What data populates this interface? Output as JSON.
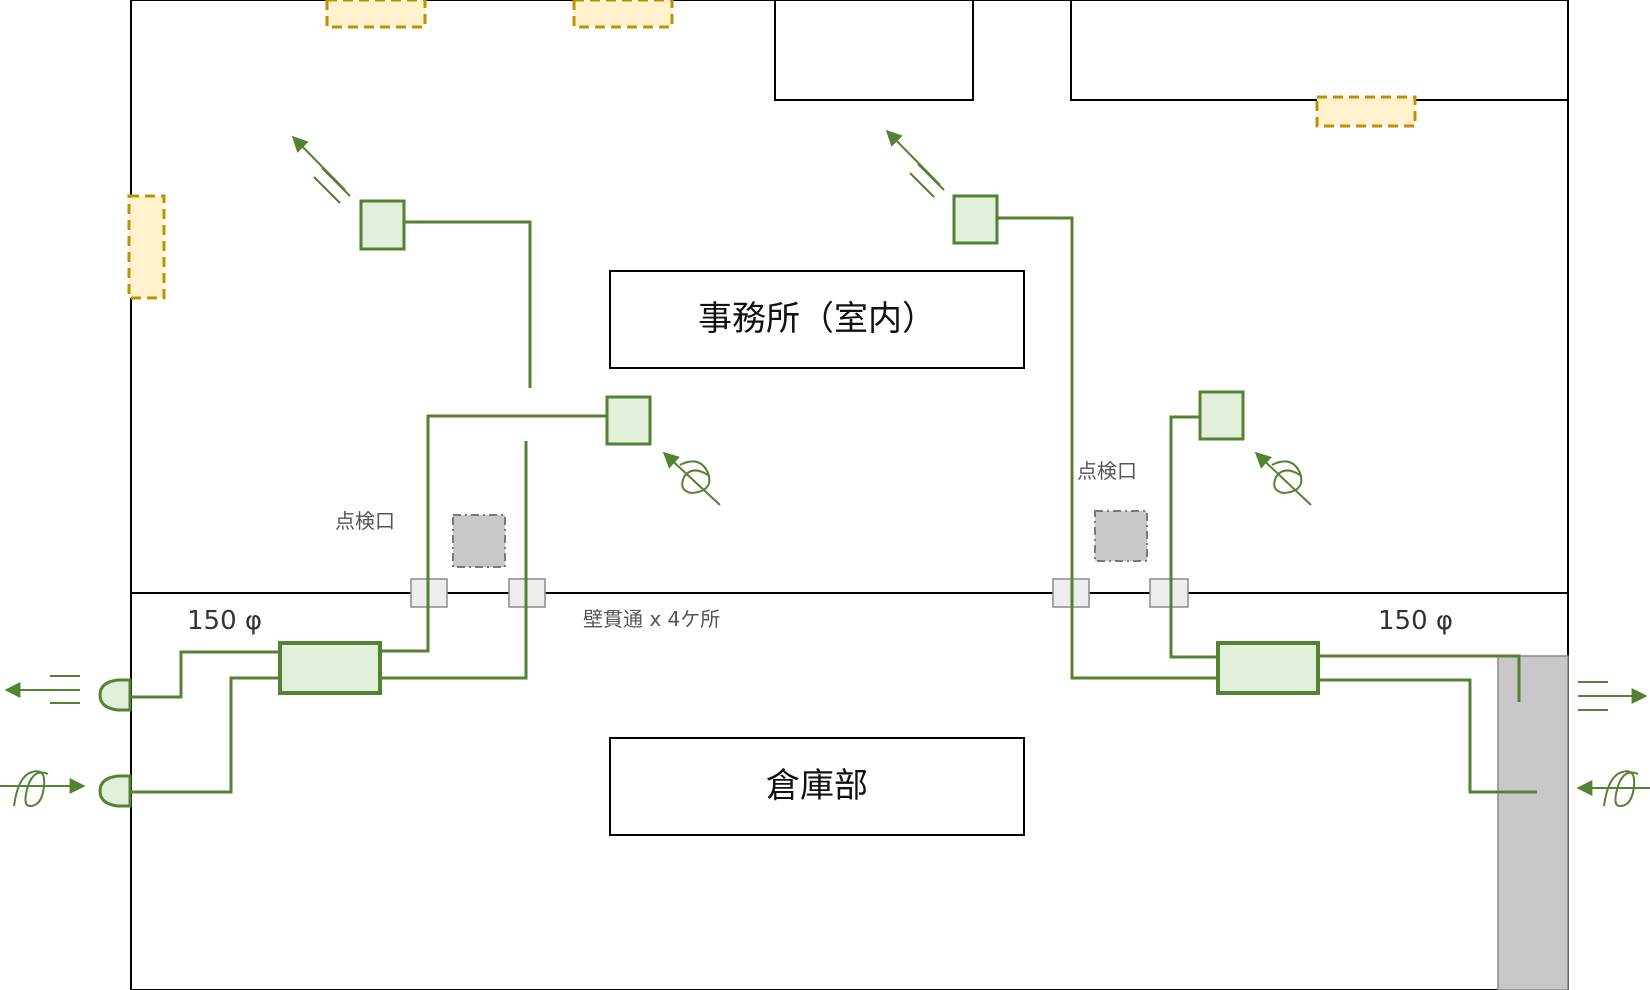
{
  "labels": {
    "office": "事務所（室内）",
    "warehouse": "倉庫部",
    "inspection_left": "点検口",
    "inspection_right": "点検口",
    "wall_penetration": "壁貫通 x 4ケ所",
    "duct_size_left": "150 φ",
    "duct_size_right": "150 φ"
  },
  "colors": {
    "duct": "#548235",
    "unit_fill": "#e2efda",
    "light_fill": "#fff2cc",
    "light_stroke": "#bf9000",
    "inspection_fill": "#c9c7c9",
    "column_fill": "#c9c7c9"
  }
}
